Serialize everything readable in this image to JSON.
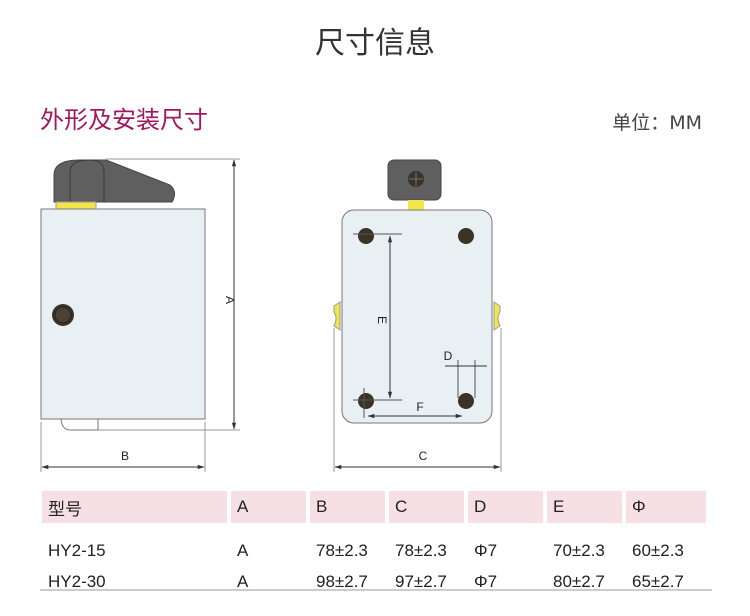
{
  "title": "尺寸信息",
  "section_title": "外形及安装尺寸",
  "unit": "单位：MM",
  "diagram_labels": {
    "a": "A",
    "b": "B",
    "c": "C",
    "d": "D",
    "e": "E",
    "f": "F"
  },
  "colors": {
    "accent": "#a3175e",
    "header_bg": "#f6dfe5",
    "body": "#e8f0f4",
    "handle": "#5f5f5f",
    "yellow": "#f1e54a"
  },
  "table": {
    "headers": [
      "型号",
      "A",
      "B",
      "C",
      "D",
      "E",
      "Φ"
    ],
    "rows": [
      [
        "HY2-15",
        "A",
        "78±2.3",
        "78±2.3",
        "Φ7",
        "70±2.3",
        "60±2.3"
      ],
      [
        "HY2-30",
        "A",
        "98±2.7",
        "97±2.7",
        "Φ7",
        "80±2.7",
        "65±2.7"
      ]
    ]
  }
}
